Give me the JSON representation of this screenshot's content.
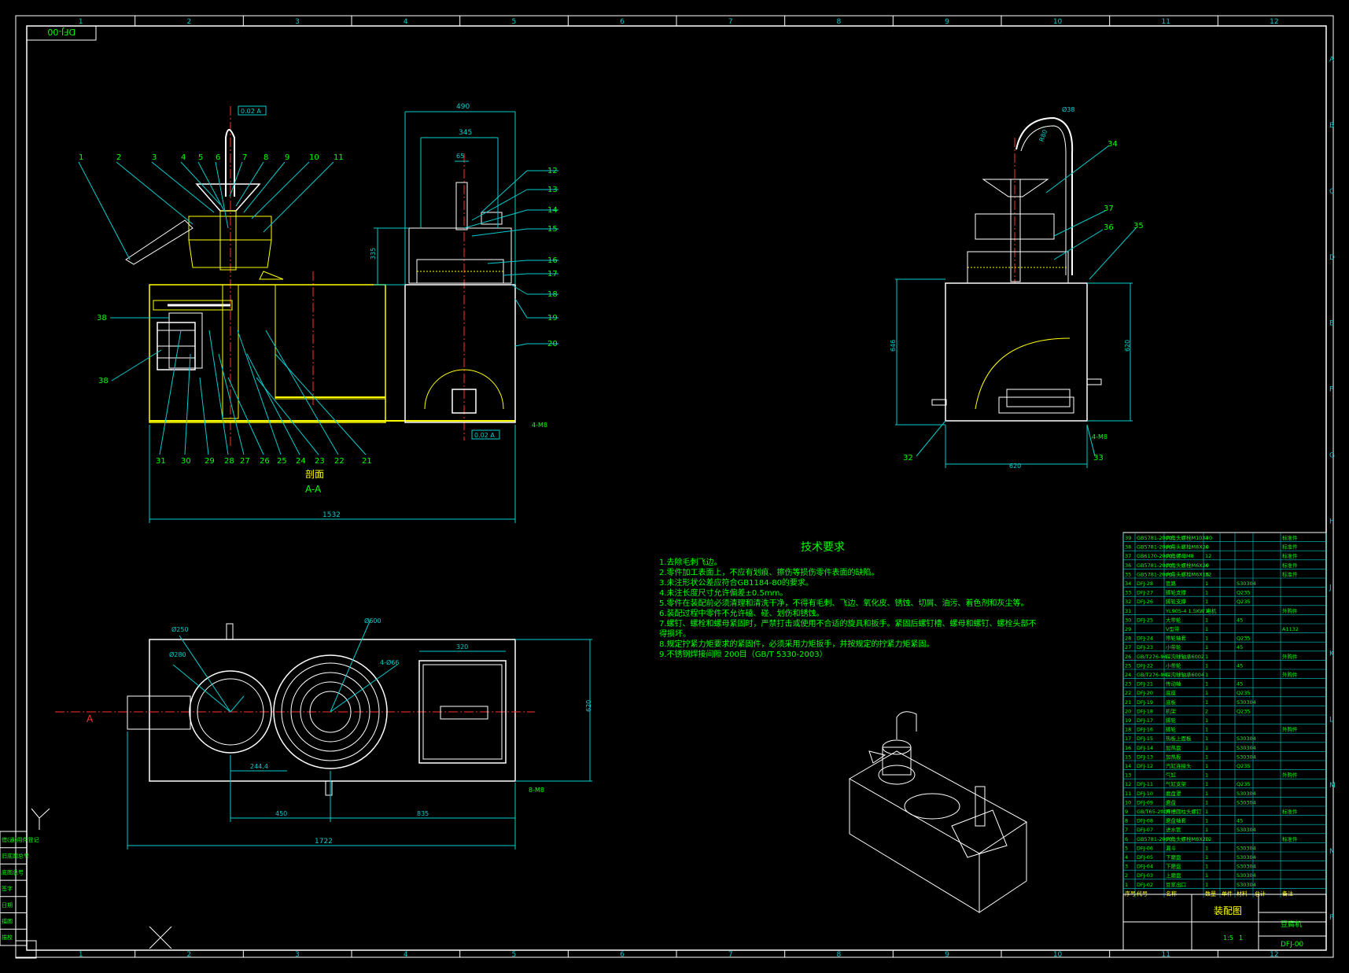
{
  "drawing": {
    "code_top": "DFJ-00",
    "code_bottom": "DFJ-00",
    "title_block_name": "装配图",
    "title_block_product": "豆腐机",
    "title_block_scale": "1:5",
    "title_block_sheet": "1"
  },
  "grid": {
    "columns": [
      "1",
      "2",
      "3",
      "4",
      "5",
      "6",
      "7",
      "8",
      "9",
      "10",
      "11",
      "12"
    ],
    "rows": [
      "A",
      "B",
      "C",
      "D",
      "E",
      "F",
      "G",
      "H",
      "J",
      "K",
      "L",
      "M",
      "N",
      "P"
    ]
  },
  "section_view": {
    "title": "剖面",
    "subtitle": "A-A",
    "callouts_top": [
      "1",
      "2",
      "3",
      "4",
      "5",
      "6",
      "7",
      "8",
      "9",
      "10",
      "11"
    ],
    "callouts_right": [
      "12",
      "13",
      "14",
      "15",
      "16",
      "17",
      "18",
      "19",
      "20"
    ],
    "callouts_bottom": [
      "31",
      "30",
      "29",
      "28",
      "27",
      "26",
      "25",
      "24",
      "23",
      "22",
      "21"
    ],
    "callouts_left": [
      "38",
      "38"
    ],
    "dim_total": "1532",
    "dim_top_width": "490",
    "dim_inner_width": "345",
    "dim_small": "65",
    "dim_height": "335",
    "tol_box_top": "0.02 A",
    "tol_box_bottom": "0.02 A",
    "hole_note": "4-M8"
  },
  "side_view": {
    "callouts": [
      "34",
      "37",
      "36",
      "35",
      "32",
      "33"
    ],
    "dim_width": "620",
    "dim_left_height": "646",
    "dim_right_height": "620",
    "dim_radius": "R80",
    "dim_dia": "Ø38",
    "hole_note": "4-M8"
  },
  "plan_view": {
    "dim_total": "1722",
    "dim_450": "450",
    "dim_835": "835",
    "dim_320": "320",
    "dim_right": "620",
    "dim_244": "244.4",
    "dim_d250": "Ø250",
    "dim_d600": "Ø600",
    "dim_d280": "Ø280",
    "dim_4466": "4-Ø66",
    "section_mark": "A",
    "hole_note": "8-M8"
  },
  "tech_req": {
    "title": "技术要求",
    "lines": [
      "1.去除毛刺飞边。",
      "2.零件加工表面上，不应有划痕、擦伤等损伤零件表面的缺陷。",
      "3.未注形状公差应符合GB1184-80的要求。",
      "4.未注长度尺寸允许偏差±0.5mm。",
      "5.零件在装配前必须清理和清洗干净，不得有毛刺、飞边、氧化皮、锈蚀、切屑、油污、着色剂和灰尘等。",
      "6.装配过程中零件不允许磕、碰、划伤和锈蚀。",
      "7.螺钉、螺栓和螺母紧固时，严禁打击或使用不合适的旋具和扳手。紧固后螺钉槽、螺母和螺钉、螺栓头部不",
      "得损坏。",
      "8.规定拧紧力矩要求的紧固件，必须采用力矩扳手，并按规定的拧紧力矩紧固。",
      "9.不锈钢焊接间隙 200目（GB/T 5330-2003）"
    ]
  },
  "bom": {
    "rows": [
      [
        "39",
        "GB5781-2000",
        "六角头螺栓M10X30",
        "4",
        "",
        "",
        "",
        "标准件"
      ],
      [
        "38",
        "GB5781-2000",
        "六角头螺栓M8X20",
        "4",
        "",
        "",
        "",
        "标准件"
      ],
      [
        "37",
        "GB6170-2000",
        "六角螺母M8",
        "12",
        "",
        "",
        "",
        "标准件"
      ],
      [
        "36",
        "GB5781-2000",
        "六角头螺栓M6X20",
        "4",
        "",
        "",
        "",
        "标准件"
      ],
      [
        "35",
        "GB5781-2000",
        "六角头螺栓M6X16",
        "32",
        "",
        "",
        "",
        "标准件"
      ],
      [
        "34",
        "DFJ-28",
        "管路",
        "1",
        "",
        "S30304",
        "",
        ""
      ],
      [
        "33",
        "DFJ-27",
        "脚轮支撑",
        "1",
        "",
        "Q235",
        "",
        ""
      ],
      [
        "32",
        "DFJ-26",
        "脚轮支撑",
        "1",
        "",
        "Q235",
        "",
        ""
      ],
      [
        "31",
        "",
        "YL90S-4 1.5KW 电机",
        "1",
        "",
        "",
        "",
        "外购件"
      ],
      [
        "30",
        "DFJ-25",
        "大带轮",
        "1",
        "",
        "45",
        "",
        ""
      ],
      [
        "29",
        "",
        "V型带",
        "1",
        "",
        "",
        "",
        "A1132"
      ],
      [
        "28",
        "DFJ-24",
        "带轮轴套",
        "1",
        "",
        "Q235",
        "",
        ""
      ],
      [
        "27",
        "DFJ-23",
        "小带轮",
        "1",
        "",
        "45",
        "",
        ""
      ],
      [
        "26",
        "GB/T276-94",
        "深沟球轴承6002",
        "1",
        "",
        "",
        "",
        "外购件"
      ],
      [
        "25",
        "DFJ-22",
        "小带轮",
        "1",
        "",
        "45",
        "",
        ""
      ],
      [
        "24",
        "GB/T276-94",
        "深沟球轴承6004",
        "1",
        "",
        "",
        "",
        "外购件"
      ],
      [
        "23",
        "DFJ-21",
        "传动轴",
        "1",
        "",
        "45",
        "",
        ""
      ],
      [
        "22",
        "DFJ-20",
        "底座",
        "1",
        "",
        "Q235",
        "",
        ""
      ],
      [
        "21",
        "DFJ-19",
        "底板",
        "1",
        "",
        "S30304",
        "",
        ""
      ],
      [
        "20",
        "DFJ-18",
        "机架",
        "2",
        "",
        "Q235",
        "",
        ""
      ],
      [
        "19",
        "DFJ-17",
        "脚轮",
        "1",
        "",
        "",
        "",
        ""
      ],
      [
        "18",
        "DFJ-16",
        "脚轮",
        "1",
        "",
        "",
        "",
        "外购件"
      ],
      [
        "17",
        "DFJ-15",
        "热板上面板",
        "1",
        "",
        "S30304",
        "",
        ""
      ],
      [
        "16",
        "DFJ-14",
        "加热盘",
        "1",
        "",
        "S30304",
        "",
        ""
      ],
      [
        "15",
        "DFJ-13",
        "加热板",
        "1",
        "",
        "S30304",
        "",
        ""
      ],
      [
        "14",
        "DFJ-12",
        "汽缸连接头",
        "1",
        "",
        "Q235",
        "",
        ""
      ],
      [
        "13",
        "",
        "气缸",
        "1",
        "",
        "",
        "",
        "外购件"
      ],
      [
        "12",
        "DFJ-11",
        "气缸支架",
        "1",
        "",
        "Q235",
        "",
        ""
      ],
      [
        "11",
        "DFJ-10",
        "磨盘罩",
        "1",
        "",
        "S30304",
        "",
        ""
      ],
      [
        "10",
        "DFJ-09",
        "磨盘",
        "1",
        "",
        "S30304",
        "",
        ""
      ],
      [
        "9",
        "GB/T65-2000",
        "开槽圆柱头螺钉",
        "1",
        "",
        "",
        "",
        "标准件"
      ],
      [
        "8",
        "DFJ-08",
        "磨盘轴套",
        "1",
        "",
        "45",
        "",
        ""
      ],
      [
        "7",
        "DFJ-07",
        "进水管",
        "1",
        "",
        "S30304",
        "",
        ""
      ],
      [
        "6",
        "GB5781-2000",
        "六角头螺栓M8X20",
        "12",
        "",
        "",
        "",
        "标准件"
      ],
      [
        "5",
        "DFJ-06",
        "漏斗",
        "1",
        "",
        "S30304",
        "",
        ""
      ],
      [
        "4",
        "DFJ-05",
        "下磨盘",
        "1",
        "",
        "S30304",
        "",
        ""
      ],
      [
        "3",
        "DFJ-04",
        "下磨盘",
        "1",
        "",
        "S30304",
        "",
        ""
      ],
      [
        "2",
        "DFJ-03",
        "上磨盘",
        "1",
        "",
        "S30304",
        "",
        ""
      ],
      [
        "1",
        "DFJ-02",
        "豆浆出口",
        "1",
        "",
        "S30304",
        "",
        ""
      ]
    ],
    "header": [
      "序号",
      "代号",
      "名称",
      "数量",
      "单件",
      "材料",
      "总计",
      "备注"
    ]
  },
  "left_strip": [
    "借(通)用件登记",
    "旧底图总号",
    "底图总号",
    "签字",
    "日期",
    "描图",
    "描校"
  ]
}
